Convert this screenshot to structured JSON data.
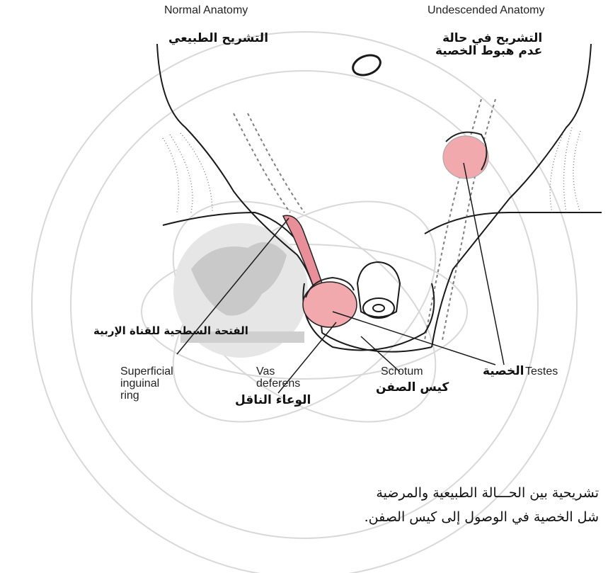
{
  "headers": {
    "normal_en": "Normal Anatomy",
    "undescended_en": "Undescended Anatomy",
    "normal_ar": "التشريح الطبيعي",
    "undescended_ar": [
      "التشريح في حالة",
      "عدم هبوط الخصية"
    ]
  },
  "labels": {
    "ring_ar": "الفتحة السطحية للقناة الإربية",
    "ring_en": [
      "Superficial",
      "inguinal",
      "ring"
    ],
    "vas_en": [
      "Vas",
      "deferens"
    ],
    "vas_ar": "الوعاء الناقل",
    "scrotum_en": "Scrotum",
    "scrotum_ar": "كيس الصفن",
    "testes_en": "Testes",
    "testes_ar": "الخصية"
  },
  "caption": [
    "تشريحية بين الحـــالة الطبيعية والمرضية",
    "شل الخصية في الوصول إلى كيس الصفن."
  ],
  "colors": {
    "vas_fill": "#e98f99",
    "testis_fill": "#f2a9ae",
    "watermark": "#d3d3d3"
  }
}
